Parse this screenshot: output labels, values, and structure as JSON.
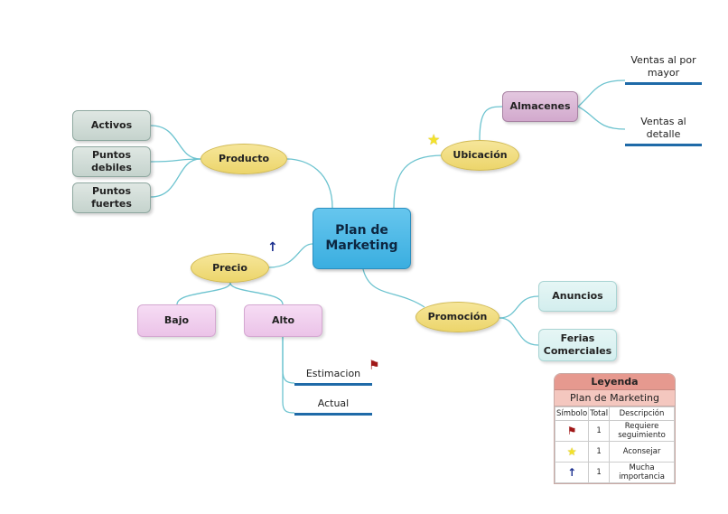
{
  "central": {
    "label": "Plan de Marketing",
    "color": "#3aaee0"
  },
  "branches": {
    "producto": {
      "label": "Producto",
      "children": [
        "Activos",
        "Puntos debiles",
        "Puntos fuertes"
      ]
    },
    "ubicacion": {
      "label": "Ubicación",
      "marker": "star",
      "child": {
        "label": "Almacenes",
        "children": [
          "Ventas al por mayor",
          "Ventas al detalle"
        ]
      }
    },
    "precio": {
      "label": "Precio",
      "marker": "arrow-up",
      "children": [
        {
          "label": "Bajo"
        },
        {
          "label": "Alto",
          "children": [
            "Estimacion",
            "Actual"
          ],
          "flag_on": "Estimacion"
        }
      ]
    },
    "promocion": {
      "label": "Promoción",
      "children": [
        "Anuncios",
        "Ferias Comerciales"
      ]
    }
  },
  "legend": {
    "title": "Leyenda",
    "subtitle": "Plan de Marketing",
    "headers": [
      "Símbolo",
      "Total",
      "Descripción"
    ],
    "rows": [
      {
        "symbol": "flag",
        "glyph": "⚑",
        "color": "#a01818",
        "total": "1",
        "description": "Requiere seguimiento"
      },
      {
        "symbol": "star",
        "glyph": "★",
        "color": "#f3e22a",
        "total": "1",
        "description": "Aconsejar"
      },
      {
        "symbol": "arrow-up",
        "glyph": "🠕",
        "color": "#1b2f8f",
        "total": "1",
        "description": "Mucha importancia"
      }
    ]
  },
  "colors": {
    "connector": "#6cc3cf",
    "leaf_underline": "#1f6aa8"
  }
}
